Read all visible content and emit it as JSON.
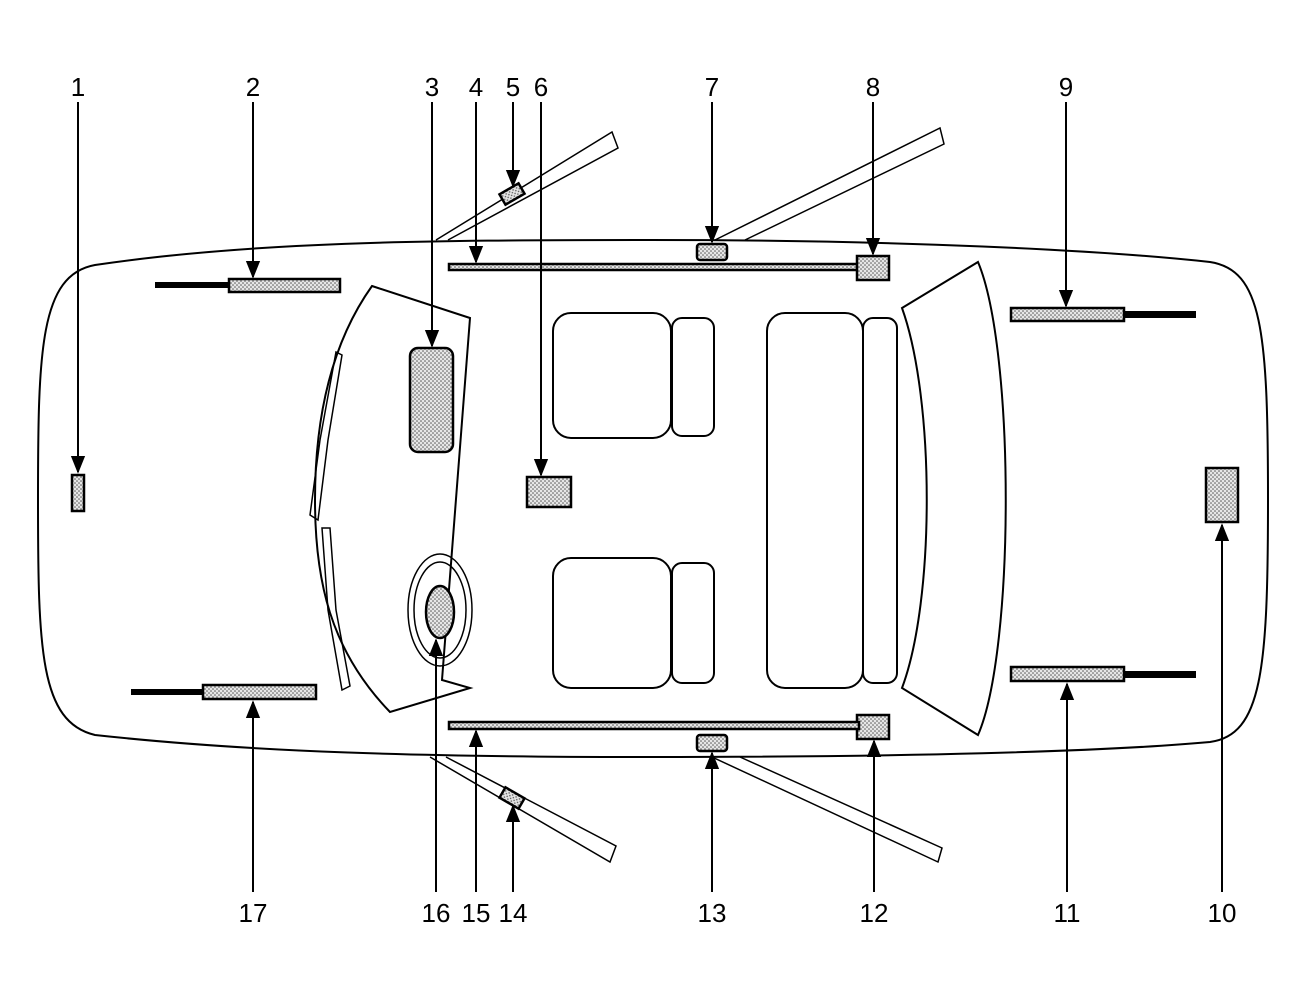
{
  "callouts": [
    {
      "id": "1",
      "label": "1"
    },
    {
      "id": "2",
      "label": "2"
    },
    {
      "id": "3",
      "label": "3"
    },
    {
      "id": "4",
      "label": "4"
    },
    {
      "id": "5",
      "label": "5"
    },
    {
      "id": "6",
      "label": "6"
    },
    {
      "id": "7",
      "label": "7"
    },
    {
      "id": "8",
      "label": "8"
    },
    {
      "id": "9",
      "label": "9"
    },
    {
      "id": "10",
      "label": "10"
    },
    {
      "id": "11",
      "label": "11"
    },
    {
      "id": "12",
      "label": "12"
    },
    {
      "id": "13",
      "label": "13"
    },
    {
      "id": "14",
      "label": "14"
    },
    {
      "id": "15",
      "label": "15"
    },
    {
      "id": "16",
      "label": "16"
    },
    {
      "id": "17",
      "label": "17"
    }
  ],
  "colors": {
    "stroke": "#000000",
    "background": "#ffffff",
    "part_fill": "#c8c8c8"
  }
}
